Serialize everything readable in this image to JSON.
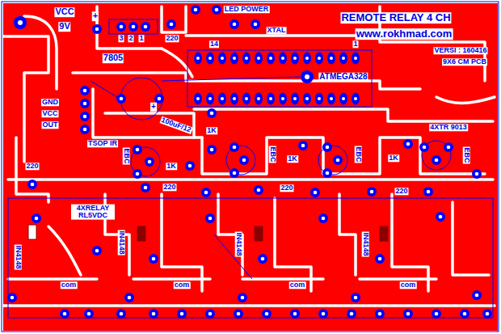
{
  "diagram": {
    "title": "REMOTE RELAY 4 CH",
    "labels": [
      "VCC",
      "9V",
      "+",
      "LED POWER",
      "XTAL",
      "3",
      "2",
      "1",
      "220",
      "7805",
      "14",
      "1",
      "www.rokhmad.com",
      "VERSI : 160416",
      "9X6 CM PCB",
      "ATMEGA328",
      "GND",
      "VCC",
      "OUT",
      "100uF/12",
      "+",
      "TSOP IR",
      "1K",
      "4XTR 9013",
      "220",
      "EBC",
      "1K",
      "EBC",
      "1K",
      "EBC",
      "1K",
      "EBC",
      "220",
      "220",
      "220",
      "4XRELAY RL5VDC",
      "IN4148",
      "IN4148",
      "IN4148",
      "IN4148",
      "com",
      "com",
      "com",
      "com"
    ]
  }
}
